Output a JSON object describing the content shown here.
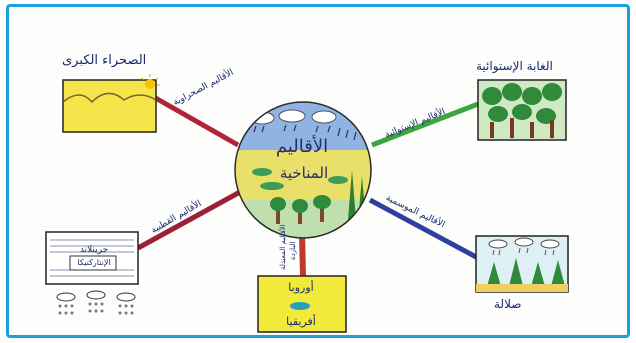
{
  "center": {
    "title_line1": "الأقاليم",
    "title_line2": "المناخية"
  },
  "regions": {
    "desert_title": "الصحراء الكبرى",
    "desert_link": "الأقاليم الصحراوية",
    "forest_title": "الغابة الإستوائية",
    "forest_link": "الأقاليم الإستوائية",
    "monsoon_link": "الأقاليم الموسمية",
    "monsoon_title": "صلالة",
    "polar_link": "الأقاليم القطبية",
    "polar_place_line1": "جرينلاند",
    "polar_place_line2": "الإنتاركتيكا",
    "temperate_link_line1": "الأقاليم المعتدلة",
    "temperate_link_line2": "الباردة",
    "temperate_place_top": "أوروبا",
    "temperate_place_bottom": "أفريقيا"
  },
  "colors": {
    "frame": "#1aa0dc",
    "desert_line": "#b0243a",
    "forest_line": "#3aa640",
    "monsoon_line": "#2e3fa0",
    "polar_line": "#9a2035",
    "temperate_line": "#c0392b",
    "desert_fill": "#f4e64a",
    "temperate_fill": "#f2ea3a"
  }
}
